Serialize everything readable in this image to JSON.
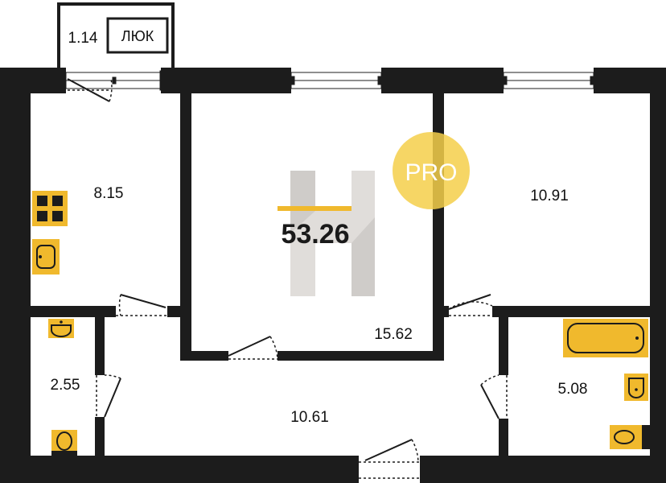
{
  "total_area": "53.26",
  "badge": "PRO",
  "hatch": "ЛЮК",
  "colors": {
    "wall": "#1c1c1c",
    "fixture": "#f0b92d",
    "badge": "#f5cf4a",
    "watermark": "#c7c2bd",
    "accent_bar": "#f0b92d"
  },
  "rooms": [
    {
      "id": "balcony",
      "area": "1.14"
    },
    {
      "id": "kitchen",
      "area": "8.15"
    },
    {
      "id": "living-room",
      "area": "15.62"
    },
    {
      "id": "bedroom",
      "area": "10.91"
    },
    {
      "id": "toilet",
      "area": "2.55"
    },
    {
      "id": "hallway",
      "area": "10.61"
    },
    {
      "id": "bathroom",
      "area": "5.08"
    }
  ]
}
